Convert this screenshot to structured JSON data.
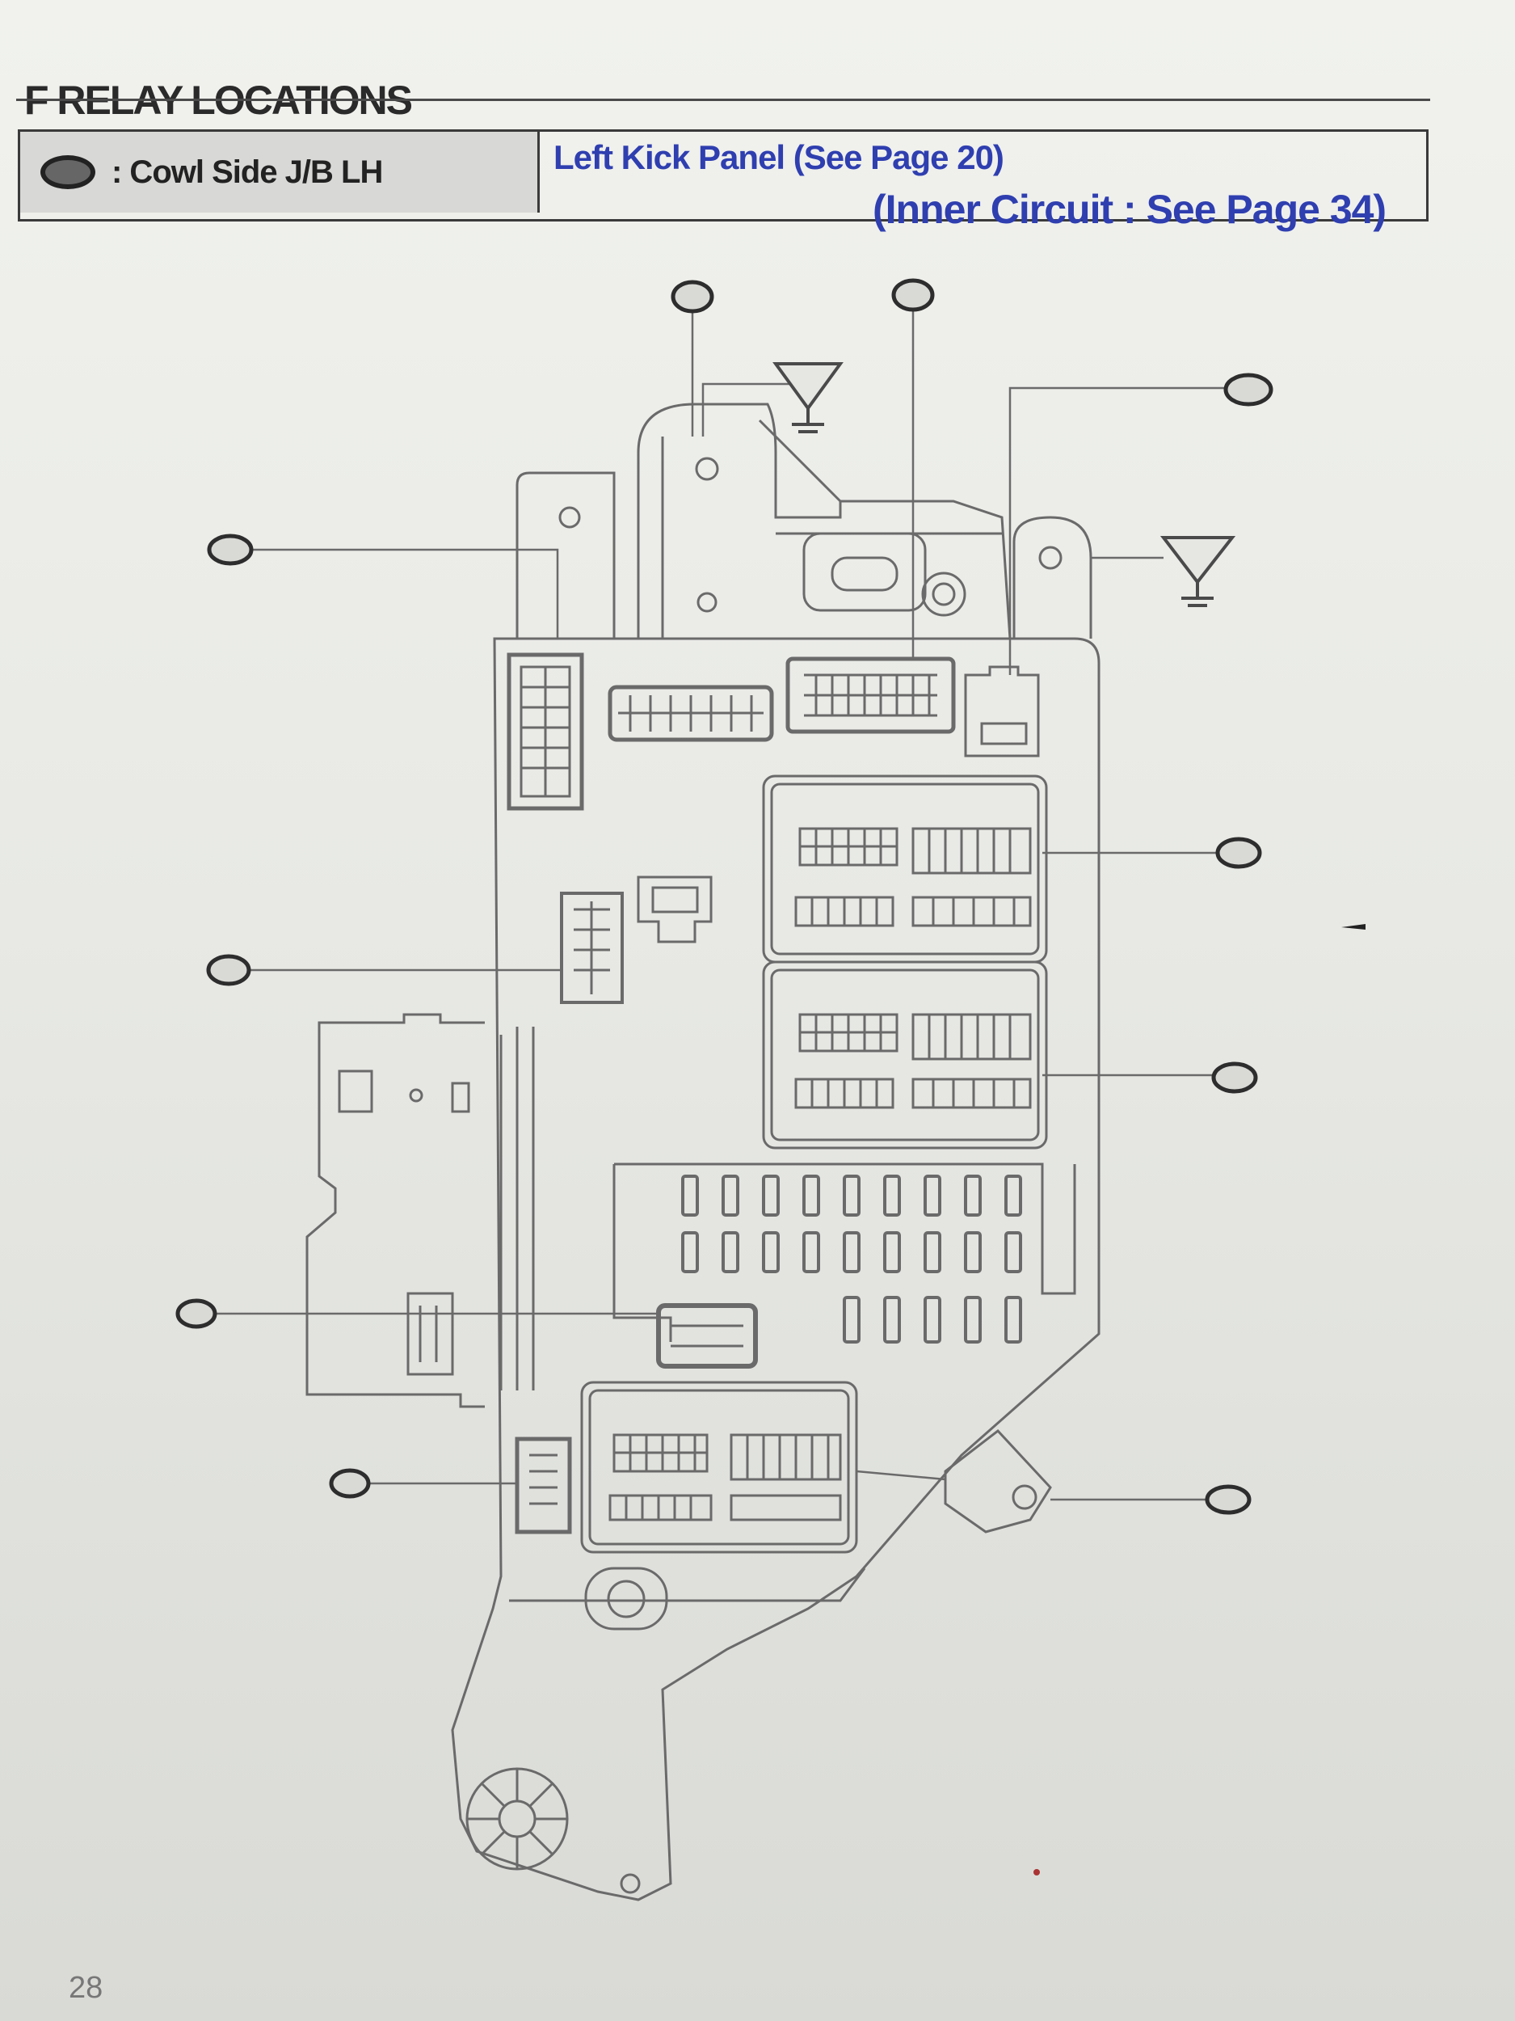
{
  "header": {
    "title": "F  RELAY LOCATIONS",
    "key_label": ": Cowl Side J/B LH",
    "location_link": "Left Kick Panel (See Page 20)",
    "inner_circuit_link": "(Inner Circuit : See Page 34)"
  },
  "footer": {
    "page_number": "28"
  },
  "colors": {
    "link": "#2f3fb0",
    "line_art": "#6a6a6a",
    "text": "#2a2a2a"
  },
  "icons": {
    "ground": "ground-symbol-icon",
    "callout": "connector-callout-icon",
    "key": "junction-block-key-icon"
  }
}
